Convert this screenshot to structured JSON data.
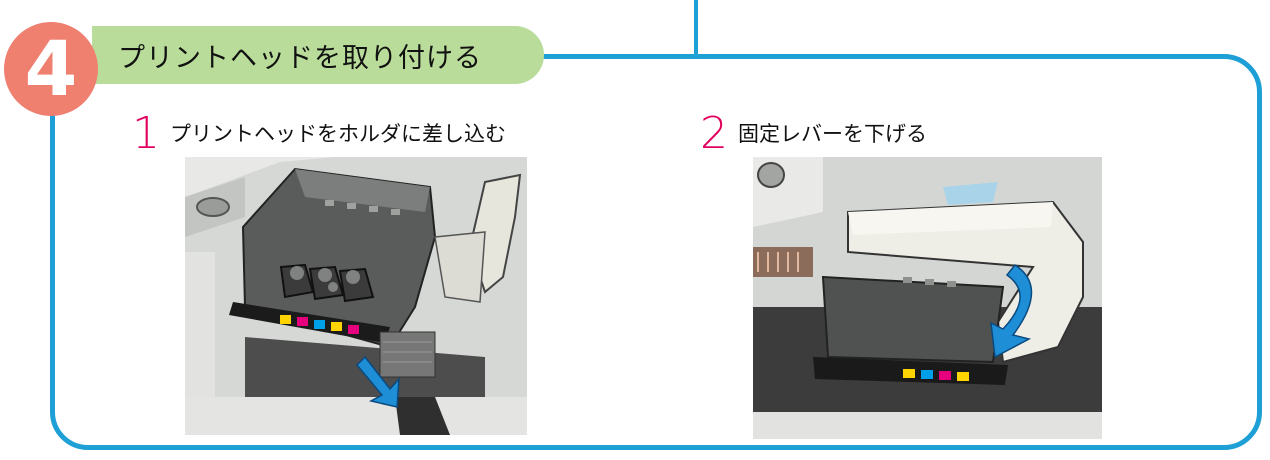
{
  "step": {
    "number": "4",
    "title": "プリントヘッドを取り付ける",
    "badge_color": "#ef7f6f",
    "header_color": "#b9dc9a",
    "frame_color": "#1e9fd6"
  },
  "substeps": [
    {
      "number": "1",
      "text": "プリントヘッドをホルダに差し込む",
      "image": "print-head-insertion-photo"
    },
    {
      "number": "2",
      "text": "固定レバーを下げる",
      "image": "lock-lever-lowering-photo"
    }
  ],
  "colors": {
    "accent_number": "#e2005f",
    "arrow": "#1e8fd6"
  }
}
